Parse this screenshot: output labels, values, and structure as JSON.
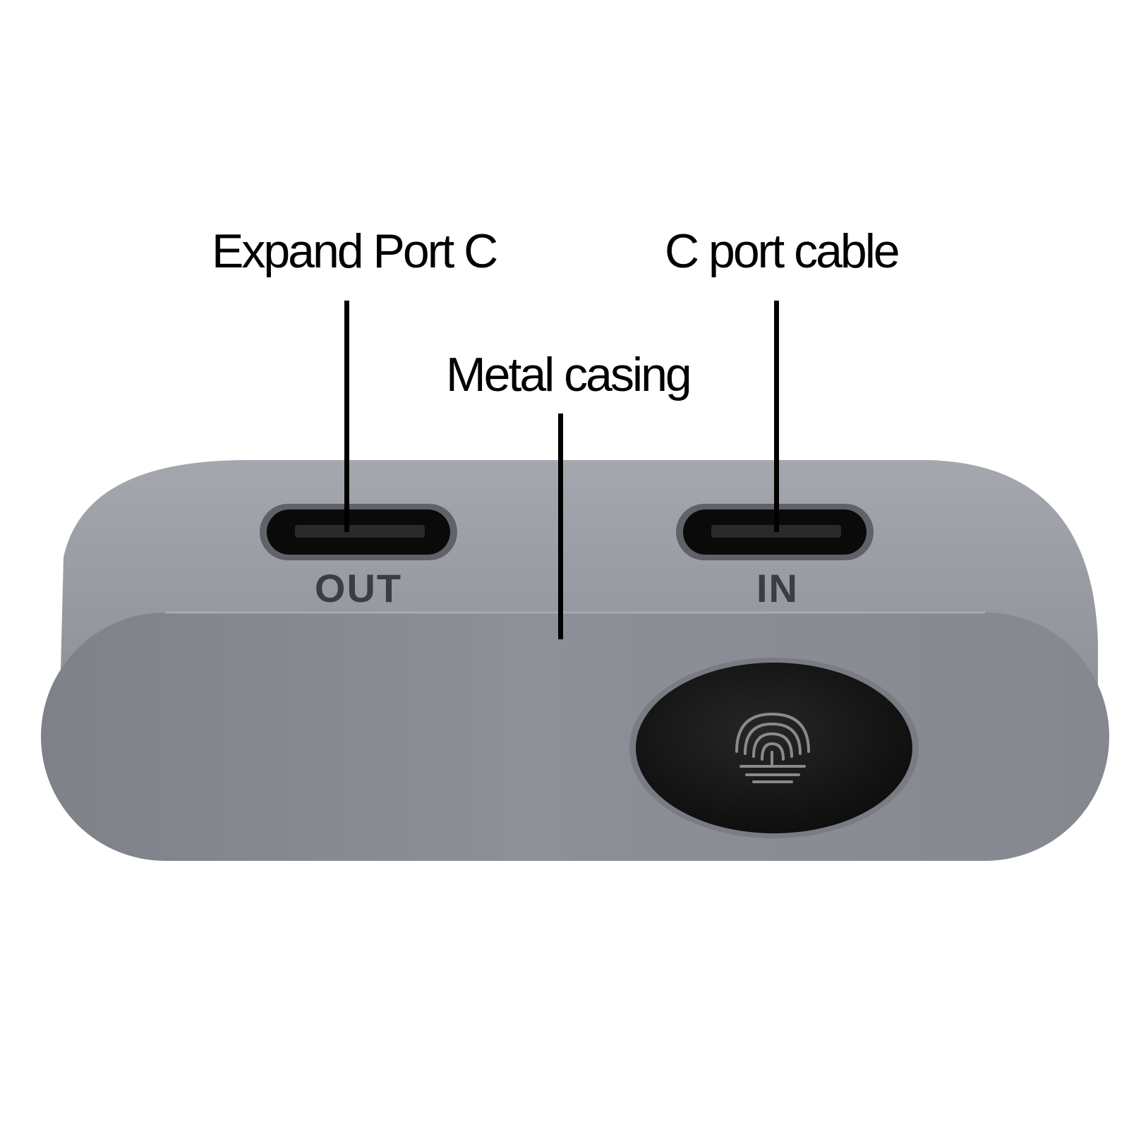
{
  "callouts": {
    "expand_port": "Expand Port C",
    "cable_port": "C port cable",
    "casing": "Metal casing"
  },
  "ports": {
    "out_label": "OUT",
    "in_label": "IN"
  },
  "colors": {
    "casing_top": "#9a9ca4",
    "casing_front": "#8c8e96",
    "sensor": "#161616",
    "port_label": "#3b3d44",
    "text": "#000000"
  },
  "icons": {
    "sensor": "fingerprint-icon"
  }
}
